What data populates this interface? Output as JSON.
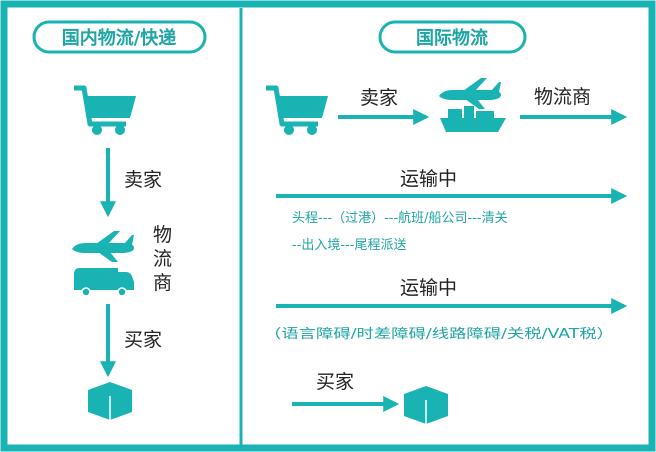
{
  "colors": {
    "teal": "#1ab3b3",
    "text": "#222222",
    "accentText": "#1fa5a5"
  },
  "domestic": {
    "header": "国内物流/快递",
    "seller": "卖家",
    "carrier_chars": [
      "物",
      "流",
      "商"
    ],
    "buyer": "买家"
  },
  "international": {
    "header": "国际物流",
    "seller": "卖家",
    "carrier": "物流商",
    "transit1": {
      "title": "运输中",
      "line1": "头程---（过港）---航班/船公司---清关",
      "line2": "--出入境---尾程派送"
    },
    "transit2": {
      "title": "运输中",
      "note": "（语言障碍/时差障碍/线路障碍/关税/VAT税）"
    },
    "buyer": "买家"
  }
}
